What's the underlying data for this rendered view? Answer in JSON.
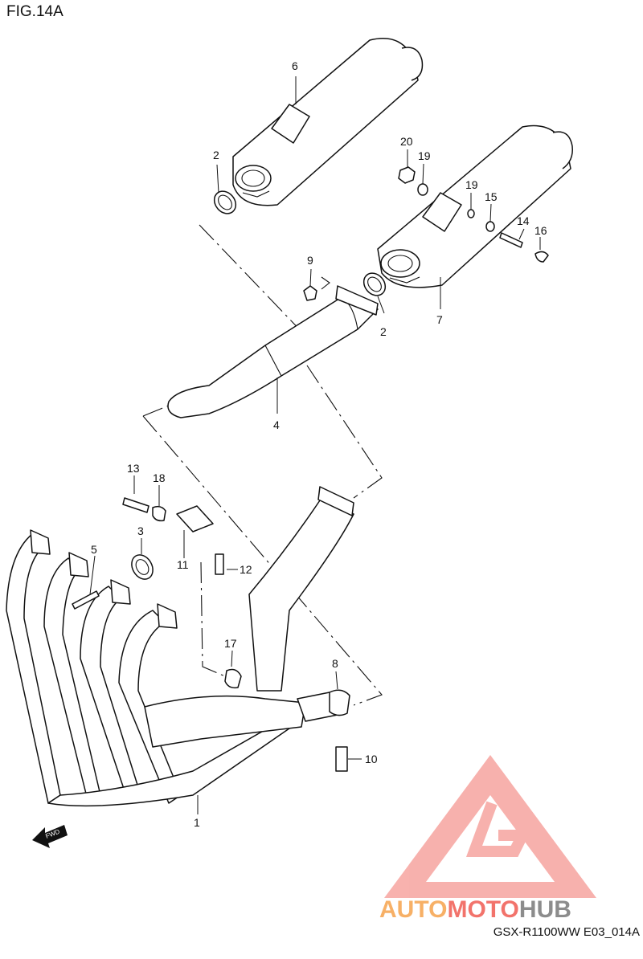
{
  "figure": {
    "title": "FIG.14A",
    "code": "GSX-R1100WW  E03_014A"
  },
  "labels": {
    "p1": "1",
    "p2a": "2",
    "p2b": "2",
    "p3": "3",
    "p4": "4",
    "p5": "5",
    "p6": "6",
    "p7": "7",
    "p8": "8",
    "p9": "9",
    "p10": "10",
    "p11": "11",
    "p12": "12",
    "p13": "13",
    "p14": "14",
    "p15": "15",
    "p16": "16",
    "p17": "17",
    "p18": "18",
    "p19a": "19",
    "p19b": "19",
    "p20": "20"
  },
  "fwd": "FWD",
  "watermark": {
    "word_a": "AUTO",
    "word_b": "MOTO",
    "word_c": "HUB",
    "color_a": "#f7b066",
    "color_b": "#f2736b",
    "color_c": "#8c8c8c"
  }
}
